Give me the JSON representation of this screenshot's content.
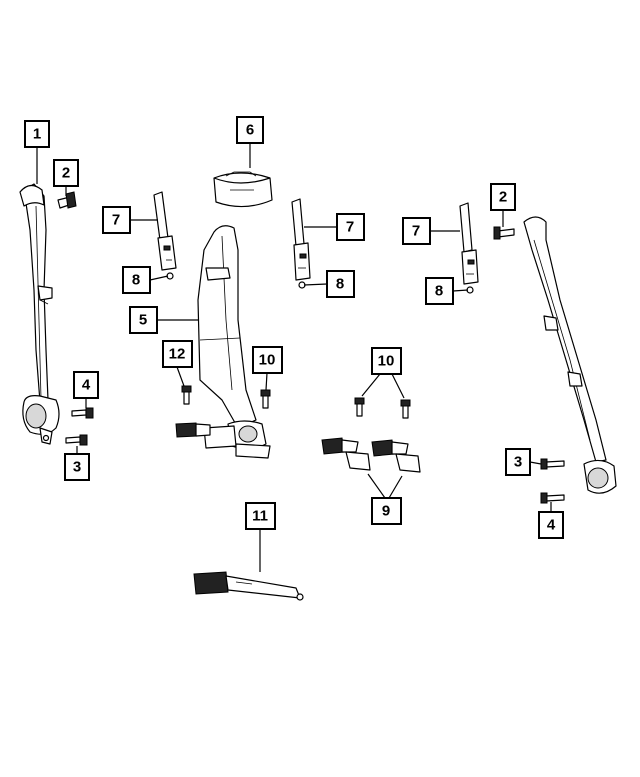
{
  "diagram": {
    "callouts": [
      {
        "id": "c1",
        "label": "1"
      },
      {
        "id": "c2l",
        "label": "2"
      },
      {
        "id": "c4l",
        "label": "4"
      },
      {
        "id": "c3l",
        "label": "3"
      },
      {
        "id": "c6",
        "label": "6"
      },
      {
        "id": "c7a",
        "label": "7"
      },
      {
        "id": "c8a",
        "label": "8"
      },
      {
        "id": "c7b",
        "label": "7"
      },
      {
        "id": "c8b",
        "label": "8"
      },
      {
        "id": "c5",
        "label": "5"
      },
      {
        "id": "c12",
        "label": "12"
      },
      {
        "id": "c10a",
        "label": "10"
      },
      {
        "id": "c10b",
        "label": "10"
      },
      {
        "id": "c9",
        "label": "9"
      },
      {
        "id": "c11",
        "label": "11"
      },
      {
        "id": "c7c",
        "label": "7"
      },
      {
        "id": "c8c",
        "label": "8"
      },
      {
        "id": "c2r",
        "label": "2"
      },
      {
        "id": "c3r",
        "label": "3"
      },
      {
        "id": "c4r",
        "label": "4"
      }
    ]
  }
}
